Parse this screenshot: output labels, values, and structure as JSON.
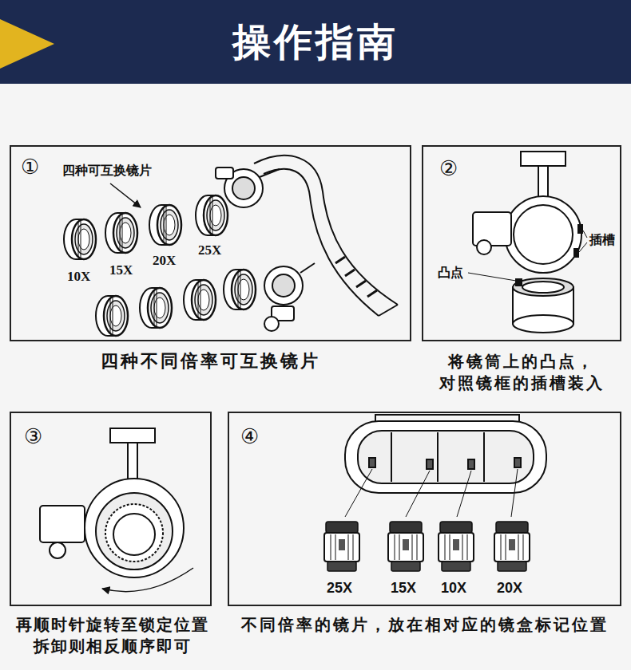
{
  "diagram": {
    "title": "操作指南",
    "nodes": [
      {
        "text": [
          "①",
          "四种不同倍率可互换镜片"
        ]
      },
      {
        "text": [
          "②",
          "将镜筒上的凸点， 对照镜框的插槽装入"
        ]
      },
      {
        "text": [
          "③",
          "再顺时针旋转至锁定位置 拆卸则相反顺序即可"
        ]
      },
      {
        "text": [
          "④",
          "不同倍率的镜片，放在相对应的镜盒标记位置"
        ]
      }
    ],
    "labels": [
      "四种可互换镜片",
      "10X",
      "15X",
      "20X",
      "25X",
      "插槽",
      "凸点",
      "25X",
      "15X",
      "10X",
      "20X"
    ]
  }
}
